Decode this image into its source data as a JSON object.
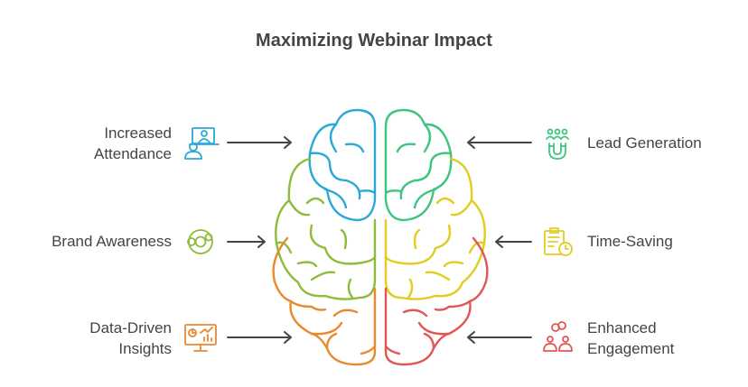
{
  "title": "Maximizing Webinar Impact",
  "items": {
    "attendance": {
      "label": "Increased Attendance",
      "line1": "Increased",
      "line2": "Attendance",
      "icon": "webinar-presenter-icon",
      "color": "#2AA8D8"
    },
    "brand": {
      "label": "Brand Awareness",
      "icon": "donut-ring-icon",
      "color": "#8DBB3A"
    },
    "data": {
      "label": "Data-Driven Insights",
      "line1": "Data-Driven",
      "line2": "Insights",
      "icon": "analytics-monitor-icon",
      "color": "#E8892F"
    },
    "lead": {
      "label": "Lead Generation",
      "icon": "magnet-people-icon",
      "color": "#3EC47F"
    },
    "time": {
      "label": "Time-Saving",
      "icon": "clipboard-clock-icon",
      "color": "#E2CC1E"
    },
    "engagement": {
      "label": "Enhanced Engagement",
      "line1": "Enhanced",
      "line2": "Engagement",
      "icon": "people-chat-icon",
      "color": "#E25555"
    }
  }
}
